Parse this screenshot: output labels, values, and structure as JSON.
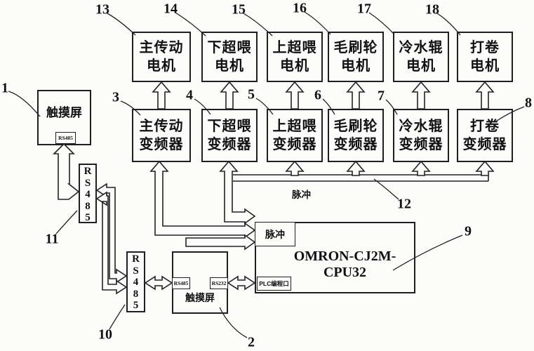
{
  "diagram": {
    "title_hint": "PLC control system block diagram",
    "columns": [
      {
        "motor_line1": "主传动",
        "motor_line2": "电机",
        "motor_ref": "13",
        "inverter_line1": "主传动",
        "inverter_line2": "变频器",
        "inverter_ref": "3"
      },
      {
        "motor_line1": "下超喂",
        "motor_line2": "电机",
        "motor_ref": "14",
        "inverter_line1": "下超喂",
        "inverter_line2": "变频器",
        "inverter_ref": "4"
      },
      {
        "motor_line1": "上超喂",
        "motor_line2": "电机",
        "motor_ref": "15",
        "inverter_line1": "上超喂",
        "inverter_line2": "变频器",
        "inverter_ref": "5"
      },
      {
        "motor_line1": "毛刷轮",
        "motor_line2": "电机",
        "motor_ref": "16",
        "inverter_line1": "毛刷轮",
        "inverter_line2": "变频器",
        "inverter_ref": "6"
      },
      {
        "motor_line1": "冷水辊",
        "motor_line2": "电机",
        "motor_ref": "17",
        "inverter_line1": "冷水辊",
        "inverter_line2": "变频器",
        "inverter_ref": "7"
      },
      {
        "motor_line1": "打卷",
        "motor_line2": "电机",
        "motor_ref": "18",
        "inverter_line1": "打卷",
        "inverter_line2": "变频器",
        "inverter_ref": "8"
      }
    ],
    "touchscreen_top": {
      "label": "触摸屏",
      "port": "RS485",
      "ref": "1"
    },
    "rs485_module_upper": {
      "label": "R\nS\n4\n8\n5",
      "ref": "11"
    },
    "rs485_module_lower": {
      "label": "R\nS\n4\n8\n5",
      "ref": "10"
    },
    "touchscreen_bottom": {
      "label": "触摸屏",
      "port_left": "RS485",
      "port_right": "RS232",
      "ref": "2"
    },
    "plc": {
      "label": "OMRON-CJ2M-CPU32",
      "port_pulse": "脉冲",
      "port_programming": "PLC编程口",
      "ref": "9"
    },
    "pulse_bus": {
      "label": "脉冲",
      "ref": "12"
    },
    "colors": {
      "line": "#222222",
      "background": "#fcfcfa"
    }
  }
}
